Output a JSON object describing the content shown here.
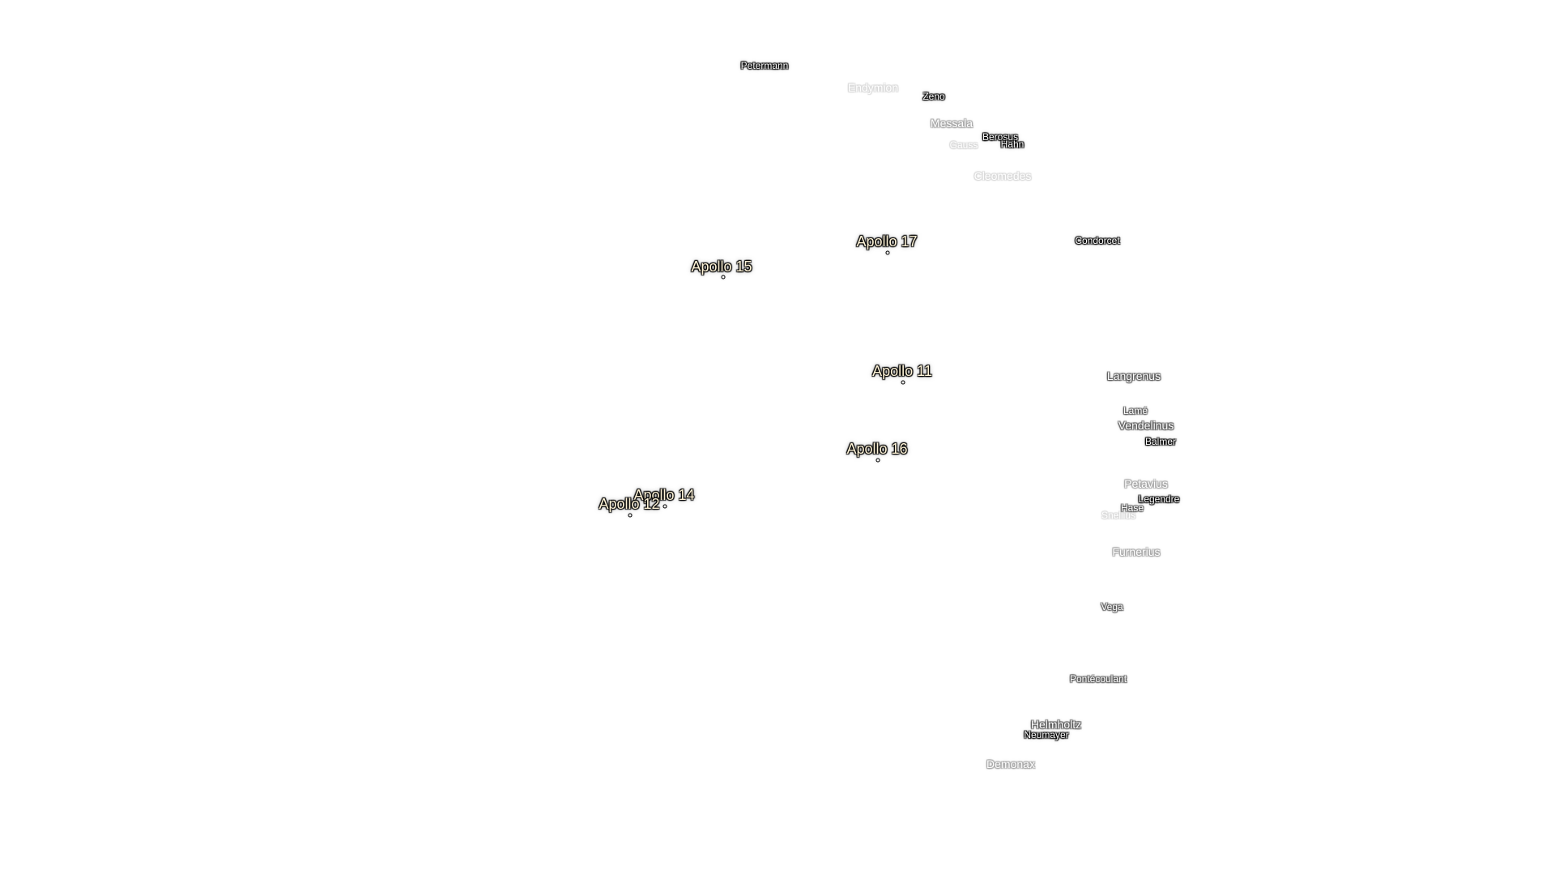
{
  "map": {
    "craters": [
      {
        "name": "Petermann"
      },
      {
        "name": "Endymion"
      },
      {
        "name": "Zeno"
      },
      {
        "name": "Messala"
      },
      {
        "name": "Berosus"
      },
      {
        "name": "Hahn"
      },
      {
        "name": "Gauss"
      },
      {
        "name": "Cleomedes"
      },
      {
        "name": "Condorcet"
      },
      {
        "name": "Langrenus"
      },
      {
        "name": "Lamé"
      },
      {
        "name": "Vendelinus"
      },
      {
        "name": "Balmer"
      },
      {
        "name": "Petavius"
      },
      {
        "name": "Legendre"
      },
      {
        "name": "Hase"
      },
      {
        "name": "Snellius"
      },
      {
        "name": "Furnerius"
      },
      {
        "name": "Vega"
      },
      {
        "name": "Pontécoulant"
      },
      {
        "name": "Helmholtz"
      },
      {
        "name": "Neumayer"
      },
      {
        "name": "Demonax"
      }
    ],
    "landing_sites": [
      {
        "name": "Apollo 17"
      },
      {
        "name": "Apollo 15"
      },
      {
        "name": "Apollo 11"
      },
      {
        "name": "Apollo 16"
      },
      {
        "name": "Apollo 14"
      },
      {
        "name": "Apollo 12"
      }
    ]
  }
}
